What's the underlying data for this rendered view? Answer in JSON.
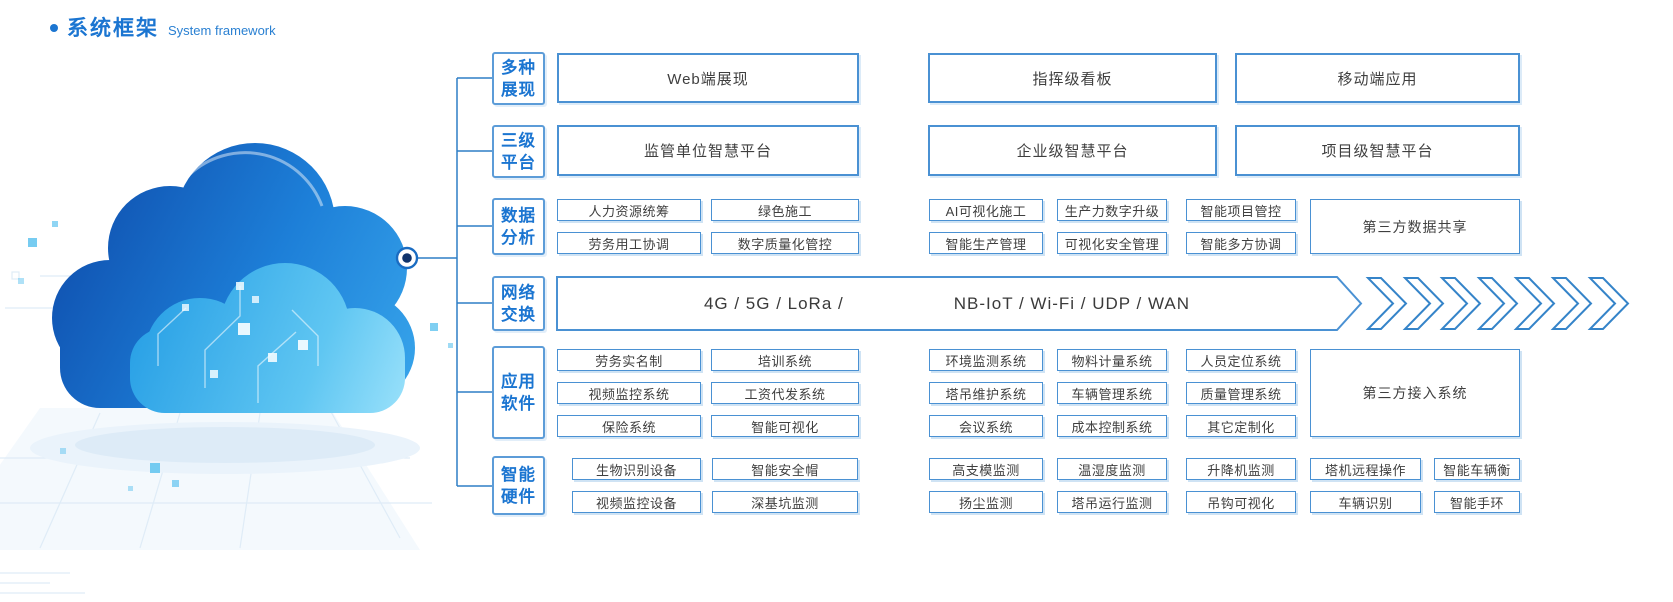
{
  "title": {
    "zh": "系统框架",
    "en": "System framework"
  },
  "colors": {
    "accent": "#1b75d1",
    "box_border": "#4a91d3",
    "box_text": "#3f3f3f",
    "small_box_shadow": "#cfe3f4",
    "connector": "#2e7fc6",
    "node_core": "#10336b",
    "cloud_dark": "#1153b4",
    "cloud_light": "#9fe2fb"
  },
  "icons": {
    "section_bullet": "circle",
    "hub_node": "bullseye-circle",
    "network_flow": "chevrons-right",
    "cloud": "cloud-illustration"
  },
  "categories": {
    "display": {
      "line1": "多种",
      "line2": "展现"
    },
    "platform": {
      "line1": "三级",
      "line2": "平台"
    },
    "data": {
      "line1": "数据",
      "line2": "分析"
    },
    "network": {
      "line1": "网络",
      "line2": "交换"
    },
    "software": {
      "line1": "应用",
      "line2": "软件"
    },
    "hardware": {
      "line1": "智能",
      "line2": "硬件"
    }
  },
  "display_row": [
    "Web端展现",
    "指挥级看板",
    "移动端应用"
  ],
  "platform_row": [
    "监管单位智慧平台",
    "企业级智慧平台",
    "项目级智慧平台"
  ],
  "data_row": {
    "r1": [
      "人力资源统筹",
      "绿色施工",
      "AI可视化施工",
      "生产力数字升级",
      "智能项目管控"
    ],
    "r2": [
      "劳务用工协调",
      "数字质量化管控",
      "智能生产管理",
      "可视化安全管理",
      "智能多方协调"
    ],
    "span": "第三方数据共享"
  },
  "network_row": {
    "left": "4G / 5G / LoRa /",
    "right": "NB-IoT / Wi-Fi / UDP / WAN"
  },
  "software_row": {
    "r1": [
      "劳务实名制",
      "培训系统",
      "环境监测系统",
      "物料计量系统",
      "人员定位系统"
    ],
    "r2": [
      "视频监控系统",
      "工资代发系统",
      "塔吊维护系统",
      "车辆管理系统",
      "质量管理系统"
    ],
    "r3": [
      "保险系统",
      "智能可视化",
      "会议系统",
      "成本控制系统",
      "其它定制化"
    ],
    "span": "第三方接入系统"
  },
  "hardware_row": {
    "r1": [
      "生物识别设备",
      "智能安全帽",
      "高支模监测",
      "温湿度监测",
      "升降机监测",
      "塔机远程操作",
      "智能车辆衡"
    ],
    "r2": [
      "视频监控设备",
      "深基坑监测",
      "扬尘监测",
      "塔吊运行监测",
      "吊钩可视化",
      "车辆识别",
      "智能手环"
    ]
  }
}
